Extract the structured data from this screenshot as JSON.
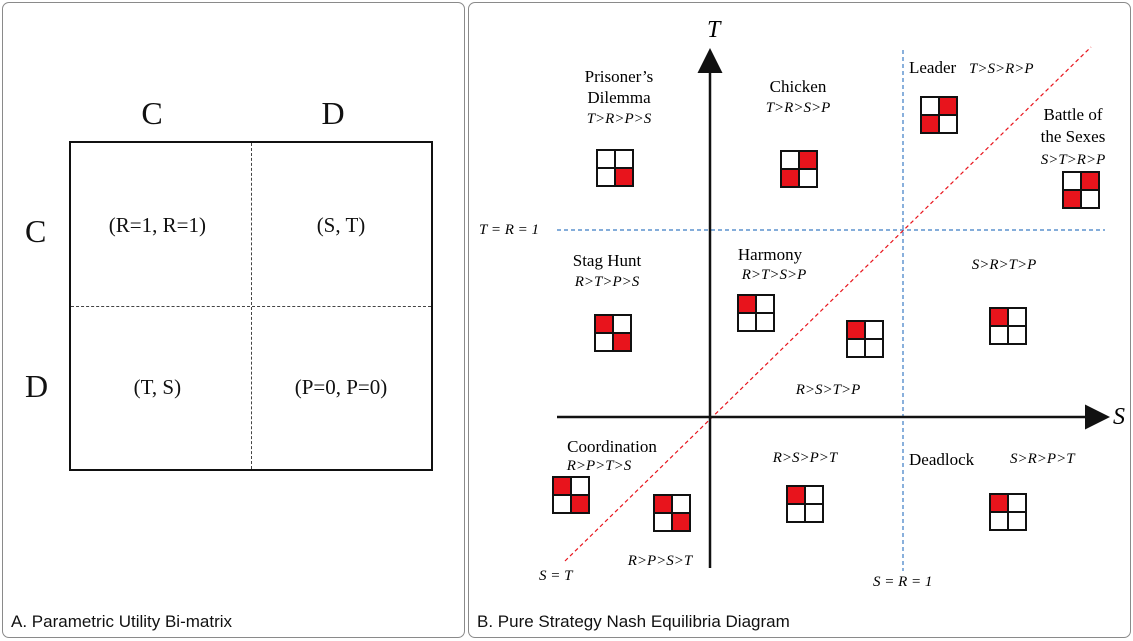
{
  "panel_a": {
    "caption": "A. Parametric Utility Bi-matrix",
    "col_headers": [
      "C",
      "D"
    ],
    "row_headers": [
      "C",
      "D"
    ],
    "cells": [
      [
        "(R=1, R=1)",
        "(S, T)"
      ],
      [
        "(T, S)",
        "(P=0, P=0)"
      ]
    ]
  },
  "panel_b": {
    "caption": "B. Pure Strategy Nash Equilibria Diagram",
    "axis_t": "T",
    "axis_s": "S",
    "line_t_eq_r": "T = R = 1",
    "line_s_eq_r": "S = R = 1",
    "line_s_eq_t": "S = T",
    "regions": [
      {
        "name": "Prisoner’s",
        "name2": "Dilemma",
        "order": "T>R>P>S",
        "eq": [
          0,
          0,
          0,
          1
        ]
      },
      {
        "name": "Chicken",
        "order": "T>R>S>P",
        "eq": [
          0,
          1,
          1,
          0
        ]
      },
      {
        "name": "Leader",
        "order": "T>S>R>P",
        "eq": [
          0,
          1,
          1,
          0
        ]
      },
      {
        "name": "Battle of",
        "name2": "the Sexes",
        "order": "S>T>R>P",
        "eq": [
          0,
          1,
          1,
          0
        ]
      },
      {
        "name": "Stag Hunt",
        "order": "R>T>P>S",
        "eq": [
          1,
          0,
          0,
          1
        ]
      },
      {
        "name": "Harmony",
        "order": "R>T>S>P",
        "eq": [
          1,
          0,
          0,
          0
        ]
      },
      {
        "name": "",
        "order": "R>S>T>P",
        "eq": [
          1,
          0,
          0,
          0
        ]
      },
      {
        "name": "",
        "order": "S>R>T>P",
        "eq": [
          1,
          0,
          0,
          0
        ]
      },
      {
        "name": "Coordination",
        "order": "R>P>T>S",
        "eq": [
          1,
          0,
          0,
          1
        ]
      },
      {
        "name": "",
        "order": "R>P>S>T",
        "eq": [
          1,
          0,
          0,
          1
        ]
      },
      {
        "name": "",
        "order": "R>S>P>T",
        "eq": [
          1,
          0,
          0,
          0
        ]
      },
      {
        "name": "Deadlock",
        "order": "S>R>P>T",
        "eq": [
          1,
          0,
          0,
          0
        ]
      }
    ],
    "colors": {
      "equilibrium": "#e8141c",
      "dashed_blue": "#3b7cc4",
      "dashed_red": "#e8141c"
    }
  }
}
